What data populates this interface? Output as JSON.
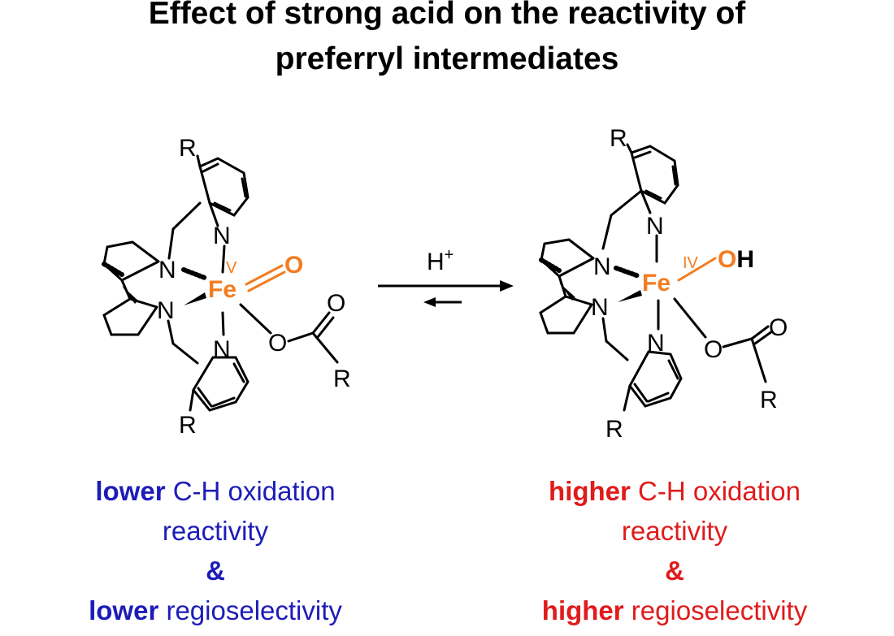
{
  "title": {
    "line1": "Effect of strong acid on the reactivity of",
    "line2": "preferryl intermediates"
  },
  "colors": {
    "metal": "#f47c20",
    "left_text": "#1c1cb8",
    "right_text": "#e01b1b",
    "bonds": "#000000"
  },
  "reaction": {
    "arrow_label": "H",
    "arrow_label_sup": "+"
  },
  "left_complex": {
    "metal": "Fe",
    "oxidation_state": "V",
    "oxo": "O",
    "atoms": {
      "n_pyridine": "N",
      "n_amine": "N",
      "carboxylate_o": "O",
      "carbonyl_o": "O",
      "r_group": "R"
    }
  },
  "right_complex": {
    "metal": "Fe",
    "oxidation_state": "IV",
    "hydroxo_o": "O",
    "hydroxo_h": "H",
    "atoms": {
      "n_pyridine": "N",
      "n_amine": "N",
      "carboxylate_o": "O",
      "carbonyl_o": "O",
      "r_group": "R"
    }
  },
  "left_caption": {
    "line1_bold": "lower",
    "line1_rest": " C-H oxidation",
    "line2": "reactivity",
    "line3": "&",
    "line4_bold": "lower",
    "line4_rest": " regioselectivity"
  },
  "right_caption": {
    "line1_bold": "higher",
    "line1_rest": " C-H oxidation",
    "line2": "reactivity",
    "line3": "&",
    "line4_bold": "higher",
    "line4_rest": " regioselectivity"
  }
}
